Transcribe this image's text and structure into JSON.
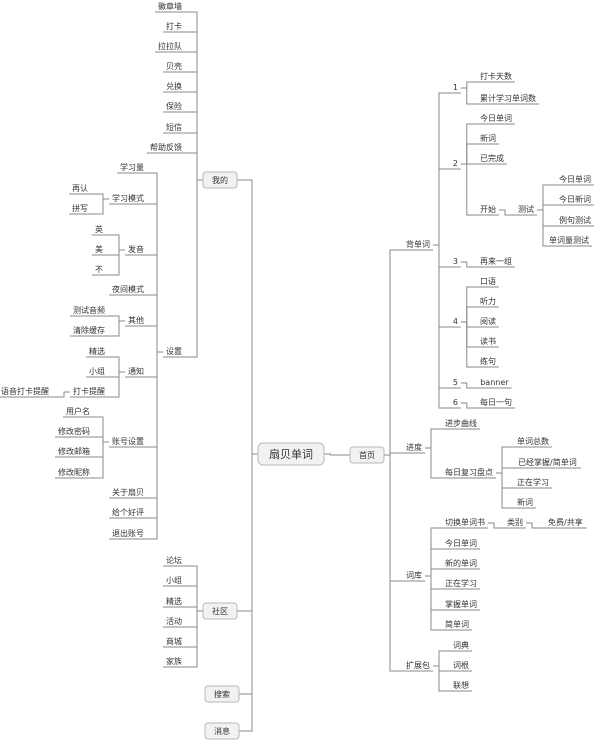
{
  "diagram": {
    "title": "扇贝单词",
    "colors": {
      "line": "#8a8a8a",
      "box_fill": "#f2f2f2",
      "box_stroke": "#b8b8b8",
      "text": "#333333"
    },
    "nodes": [
      {
        "id": "root",
        "label": "扇贝单词",
        "type": "root"
      },
      {
        "id": "wode",
        "label": "我的",
        "type": "box"
      },
      {
        "id": "huizhang",
        "label": "徽章墙"
      },
      {
        "id": "daka",
        "label": "打卡"
      },
      {
        "id": "lala",
        "label": "拉拉队"
      },
      {
        "id": "beike",
        "label": "贝壳"
      },
      {
        "id": "duihuan",
        "label": "兑换"
      },
      {
        "id": "baoxian",
        "label": "保险"
      },
      {
        "id": "duanxin",
        "label": "短信"
      },
      {
        "id": "bangzhu",
        "label": "帮助反馈"
      },
      {
        "id": "shezhi",
        "label": "设置"
      },
      {
        "id": "xuexiliang",
        "label": "学习量"
      },
      {
        "id": "xuexims",
        "label": "学习模式"
      },
      {
        "id": "zairen",
        "label": "再认"
      },
      {
        "id": "pinxie",
        "label": "拼写"
      },
      {
        "id": "fayin",
        "label": "发音"
      },
      {
        "id": "ying",
        "label": "英"
      },
      {
        "id": "mei",
        "label": "美"
      },
      {
        "id": "bu",
        "label": "不"
      },
      {
        "id": "yejian",
        "label": "夜间模式"
      },
      {
        "id": "qita",
        "label": "其他"
      },
      {
        "id": "ceshi_yp",
        "label": "测试音频"
      },
      {
        "id": "qingchu",
        "label": "清除缓存"
      },
      {
        "id": "tongzhi",
        "label": "通知"
      },
      {
        "id": "jingxuan_t",
        "label": "精选"
      },
      {
        "id": "xiaozu_t",
        "label": "小组"
      },
      {
        "id": "dakatx",
        "label": "打卡提醒"
      },
      {
        "id": "yuyin",
        "label": "语音打卡提醒"
      },
      {
        "id": "zhanghao",
        "label": "账号设置"
      },
      {
        "id": "yonghuming",
        "label": "用户名"
      },
      {
        "id": "xgmm",
        "label": "修改密码"
      },
      {
        "id": "xgyx",
        "label": "修改邮箱"
      },
      {
        "id": "xgnc",
        "label": "修改昵称"
      },
      {
        "id": "guanyu",
        "label": "关于扇贝"
      },
      {
        "id": "haoping",
        "label": "给个好评"
      },
      {
        "id": "tuichu",
        "label": "退出账号"
      },
      {
        "id": "shequ",
        "label": "社区",
        "type": "box"
      },
      {
        "id": "luntan",
        "label": "论坛"
      },
      {
        "id": "xiaozu_s",
        "label": "小组"
      },
      {
        "id": "jingxuan_s",
        "label": "精选"
      },
      {
        "id": "huodong",
        "label": "活动"
      },
      {
        "id": "shangcheng",
        "label": "商城"
      },
      {
        "id": "jiazu",
        "label": "家族"
      },
      {
        "id": "sousuo",
        "label": "搜索",
        "type": "box"
      },
      {
        "id": "xiaoxi",
        "label": "消息",
        "type": "box"
      },
      {
        "id": "shouye",
        "label": "首页",
        "type": "box"
      },
      {
        "id": "beidanci",
        "label": "背单词"
      },
      {
        "id": "n1",
        "label": "1"
      },
      {
        "id": "dkts",
        "label": "打卡天数"
      },
      {
        "id": "ljxx",
        "label": "累计学习单词数"
      },
      {
        "id": "n2",
        "label": "2"
      },
      {
        "id": "jrdc_a",
        "label": "今日单词"
      },
      {
        "id": "xinci",
        "label": "新词"
      },
      {
        "id": "ywc",
        "label": "已完成"
      },
      {
        "id": "kaishi",
        "label": "开始"
      },
      {
        "id": "ceshi",
        "label": "测试"
      },
      {
        "id": "jrdc_b",
        "label": "今日单词"
      },
      {
        "id": "jrxc",
        "label": "今日新词"
      },
      {
        "id": "lijuce",
        "label": "例句测试"
      },
      {
        "id": "dclcs",
        "label": "单词量测试"
      },
      {
        "id": "n3",
        "label": "3"
      },
      {
        "id": "zailai",
        "label": "再来一组"
      },
      {
        "id": "n4",
        "label": "4"
      },
      {
        "id": "kouyu",
        "label": "口语"
      },
      {
        "id": "tingli",
        "label": "听力"
      },
      {
        "id": "yuedu",
        "label": "阅读"
      },
      {
        "id": "dushu",
        "label": "读书"
      },
      {
        "id": "lianju",
        "label": "练句"
      },
      {
        "id": "n5",
        "label": "5"
      },
      {
        "id": "banner",
        "label": "banner"
      },
      {
        "id": "n6",
        "label": "6"
      },
      {
        "id": "meiri",
        "label": "每日一句"
      },
      {
        "id": "jindu",
        "label": "进度"
      },
      {
        "id": "jinbu",
        "label": "进步曲线"
      },
      {
        "id": "mrfx",
        "label": "每日复习盘点"
      },
      {
        "id": "dczs",
        "label": "单词总数"
      },
      {
        "id": "yjzw",
        "label": "已经掌握/简单词"
      },
      {
        "id": "zzxx_a",
        "label": "正在学习"
      },
      {
        "id": "xinci_b",
        "label": "新词"
      },
      {
        "id": "ciku",
        "label": "词库"
      },
      {
        "id": "qhdcs",
        "label": "切换单词书"
      },
      {
        "id": "leibie",
        "label": "类别"
      },
      {
        "id": "mianfei",
        "label": "免费/共享"
      },
      {
        "id": "jrdc_c",
        "label": "今日单词"
      },
      {
        "id": "xddc",
        "label": "新的单词"
      },
      {
        "id": "zzxx_b",
        "label": "正在学习"
      },
      {
        "id": "zwdc",
        "label": "掌握单词"
      },
      {
        "id": "jdc",
        "label": "简单词"
      },
      {
        "id": "kuozhan",
        "label": "扩展包"
      },
      {
        "id": "cidian",
        "label": "词典"
      },
      {
        "id": "cigen",
        "label": "词根"
      },
      {
        "id": "lianxiang",
        "label": "联想"
      }
    ],
    "edges": [
      [
        "root",
        "wode"
      ],
      [
        "root",
        "shequ"
      ],
      [
        "root",
        "sousuo"
      ],
      [
        "root",
        "xiaoxi"
      ],
      [
        "root",
        "shouye"
      ],
      [
        "wode",
        "huizhang"
      ],
      [
        "wode",
        "daka"
      ],
      [
        "wode",
        "lala"
      ],
      [
        "wode",
        "beike"
      ],
      [
        "wode",
        "duihuan"
      ],
      [
        "wode",
        "baoxian"
      ],
      [
        "wode",
        "duanxin"
      ],
      [
        "wode",
        "bangzhu"
      ],
      [
        "wode",
        "shezhi"
      ],
      [
        "shezhi",
        "xuexiliang"
      ],
      [
        "shezhi",
        "xuexims"
      ],
      [
        "shezhi",
        "fayin"
      ],
      [
        "shezhi",
        "yejian"
      ],
      [
        "shezhi",
        "qita"
      ],
      [
        "shezhi",
        "tongzhi"
      ],
      [
        "shezhi",
        "zhanghao"
      ],
      [
        "shezhi",
        "guanyu"
      ],
      [
        "shezhi",
        "haoping"
      ],
      [
        "shezhi",
        "tuichu"
      ],
      [
        "xuexims",
        "zairen"
      ],
      [
        "xuexims",
        "pinxie"
      ],
      [
        "fayin",
        "ying"
      ],
      [
        "fayin",
        "mei"
      ],
      [
        "fayin",
        "bu"
      ],
      [
        "qita",
        "ceshi_yp"
      ],
      [
        "qita",
        "qingchu"
      ],
      [
        "tongzhi",
        "jingxuan_t"
      ],
      [
        "tongzhi",
        "xiaozu_t"
      ],
      [
        "tongzhi",
        "dakatx"
      ],
      [
        "dakatx",
        "yuyin"
      ],
      [
        "zhanghao",
        "yonghuming"
      ],
      [
        "zhanghao",
        "xgmm"
      ],
      [
        "zhanghao",
        "xgyx"
      ],
      [
        "zhanghao",
        "xgnc"
      ],
      [
        "shequ",
        "luntan"
      ],
      [
        "shequ",
        "xiaozu_s"
      ],
      [
        "shequ",
        "jingxuan_s"
      ],
      [
        "shequ",
        "huodong"
      ],
      [
        "shequ",
        "shangcheng"
      ],
      [
        "shequ",
        "jiazu"
      ],
      [
        "shouye",
        "beidanci"
      ],
      [
        "shouye",
        "jindu"
      ],
      [
        "shouye",
        "ciku"
      ],
      [
        "shouye",
        "kuozhan"
      ],
      [
        "beidanci",
        "n1"
      ],
      [
        "beidanci",
        "n2"
      ],
      [
        "beidanci",
        "n3"
      ],
      [
        "beidanci",
        "n4"
      ],
      [
        "beidanci",
        "n5"
      ],
      [
        "beidanci",
        "n6"
      ],
      [
        "n1",
        "dkts"
      ],
      [
        "n1",
        "ljxx"
      ],
      [
        "n2",
        "jrdc_a"
      ],
      [
        "n2",
        "xinci"
      ],
      [
        "n2",
        "ywc"
      ],
      [
        "n2",
        "kaishi"
      ],
      [
        "kaishi",
        "ceshi"
      ],
      [
        "ceshi",
        "jrdc_b"
      ],
      [
        "ceshi",
        "jrxc"
      ],
      [
        "ceshi",
        "lijuce"
      ],
      [
        "ceshi",
        "dclcs"
      ],
      [
        "n3",
        "zailai"
      ],
      [
        "n4",
        "kouyu"
      ],
      [
        "n4",
        "tingli"
      ],
      [
        "n4",
        "yuedu"
      ],
      [
        "n4",
        "dushu"
      ],
      [
        "n4",
        "lianju"
      ],
      [
        "n5",
        "banner"
      ],
      [
        "n6",
        "meiri"
      ],
      [
        "jindu",
        "jinbu"
      ],
      [
        "jindu",
        "mrfx"
      ],
      [
        "mrfx",
        "dczs"
      ],
      [
        "mrfx",
        "yjzw"
      ],
      [
        "mrfx",
        "zzxx_a"
      ],
      [
        "mrfx",
        "xinci_b"
      ],
      [
        "ciku",
        "qhdcs"
      ],
      [
        "ciku",
        "jrdc_c"
      ],
      [
        "ciku",
        "xddc"
      ],
      [
        "ciku",
        "zzxx_b"
      ],
      [
        "ciku",
        "zwdc"
      ],
      [
        "ciku",
        "jdc"
      ],
      [
        "qhdcs",
        "leibie"
      ],
      [
        "leibie",
        "mianfei"
      ],
      [
        "kuozhan",
        "cidian"
      ],
      [
        "kuozhan",
        "cigen"
      ],
      [
        "kuozhan",
        "lianxiang"
      ]
    ]
  }
}
